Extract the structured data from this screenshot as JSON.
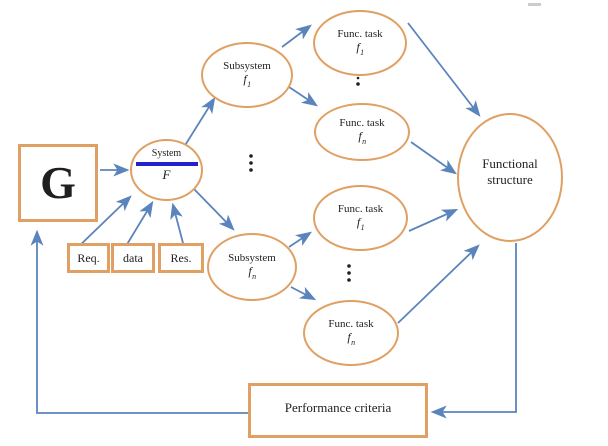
{
  "colors": {
    "node_border": "#E0A063",
    "arrow": "#5B84BC",
    "system_divider": "#2222CC",
    "text": "#1f1f1f"
  },
  "nodes": {
    "goal": {
      "label": "G"
    },
    "system": {
      "title": "System",
      "symbol": "F"
    },
    "req": {
      "label": "Req."
    },
    "data": {
      "label": "data"
    },
    "res": {
      "label": "Res."
    },
    "subsystem_1": {
      "title": "Subsystem",
      "symbol": "f",
      "subscript": "1"
    },
    "subsystem_n": {
      "title": "Subsystem",
      "symbol": "f",
      "subscript": "n"
    },
    "func_task_1a": {
      "title": "Func. task",
      "symbol": "f",
      "subscript": "1"
    },
    "func_task_na": {
      "title": "Func. task",
      "symbol": "f",
      "subscript": "n"
    },
    "func_task_1b": {
      "title": "Func. task",
      "symbol": "f",
      "subscript": "1"
    },
    "func_task_nb": {
      "title": "Func. task",
      "symbol": "f",
      "subscript": "n"
    },
    "functional_structure": {
      "line1": "Functional",
      "line2": "structure"
    },
    "performance": {
      "label": "Performance criteria"
    }
  }
}
